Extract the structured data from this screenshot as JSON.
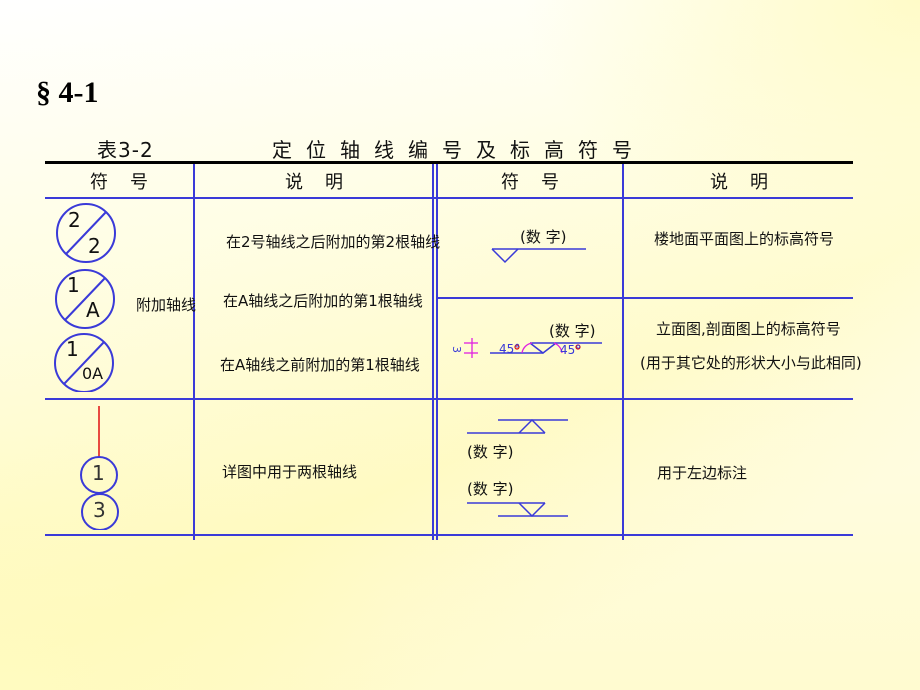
{
  "section": {
    "title": "§ 4-1"
  },
  "table": {
    "caption": "表3-2",
    "title": "定位轴线编号及标高符号",
    "headers": {
      "left_symbol": "符号",
      "left_desc": "说明",
      "right_symbol": "符号",
      "right_desc": "说明"
    },
    "left_rows": [
      {
        "symbols": [
          {
            "top": "2",
            "bottom": "2"
          },
          {
            "top": "1",
            "bottom": "A"
          },
          {
            "top": "1",
            "bottom": "0A"
          }
        ],
        "group_label": "附加轴线",
        "descriptions": [
          "在2号轴线之后附加的第2根轴线",
          "在A轴线之后附加的第1根轴线",
          "在A轴线之前附加的第1根轴线"
        ]
      },
      {
        "symbols": [
          {
            "label": "1"
          },
          {
            "label": "3"
          }
        ],
        "description": "详图中用于两根轴线"
      }
    ],
    "right_rows": [
      {
        "symbol_text": "(数 字)",
        "description": "楼地面平面图上的标高符号"
      },
      {
        "symbol_text": "(数 字)",
        "dimension": "3",
        "angle_left": "45°",
        "angle_right": "45°",
        "description": "立面图,剖面图上的标高符号",
        "description_note": "(用于其它处的形状大小与此相同)"
      },
      {
        "symbol_text_top": "(数 字)",
        "symbol_text_bottom": "(数 字)",
        "description": "用于左边标注"
      }
    ]
  },
  "colors": {
    "line": "#3a3ad8",
    "text": "#111111",
    "red": "#e01010",
    "magenta": "#e020e0"
  }
}
